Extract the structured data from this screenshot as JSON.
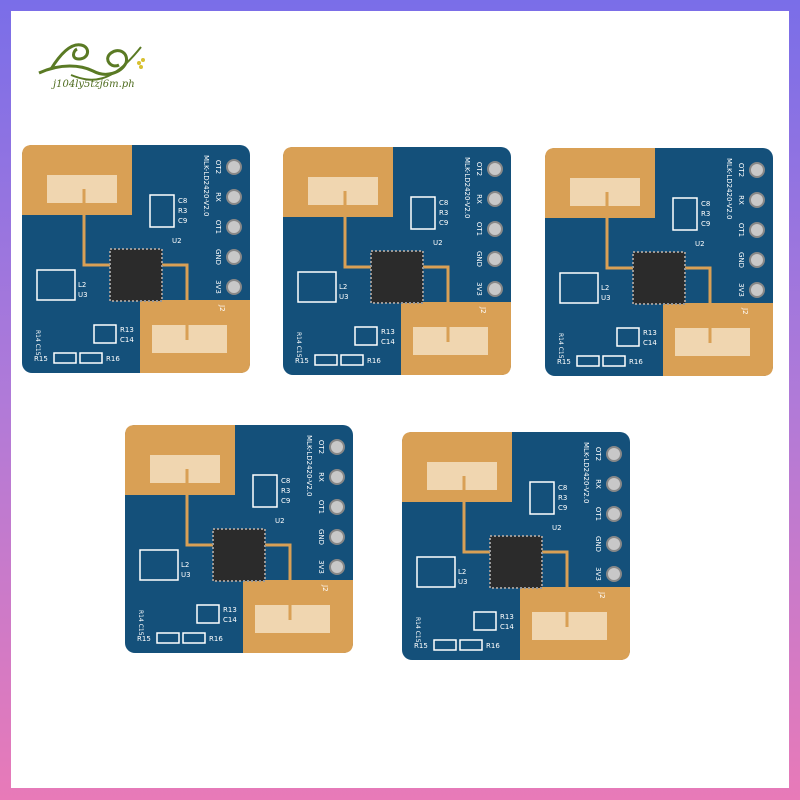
{
  "watermark": {
    "text": "j104ly5tzj6m.ph",
    "color": "#5a7a24",
    "accent": "#d8c030"
  },
  "frame": {
    "top_color": "#7a6ee8",
    "bottom_color": "#e87ab8"
  },
  "board": {
    "pcb_color": "#14507a",
    "pad_color": "#d9a055",
    "patch_color": "#f0d6b0",
    "model": "MLK-LD2420-V2.0",
    "pins": [
      "OT2",
      "RX",
      "OT1",
      "GND",
      "3V3"
    ],
    "connector": "J2",
    "components": [
      "C8",
      "R3",
      "C9",
      "U2",
      "L2",
      "U3",
      "R13",
      "C14",
      "R14",
      "C15",
      "R15",
      "R16"
    ]
  },
  "boards_count": 5
}
